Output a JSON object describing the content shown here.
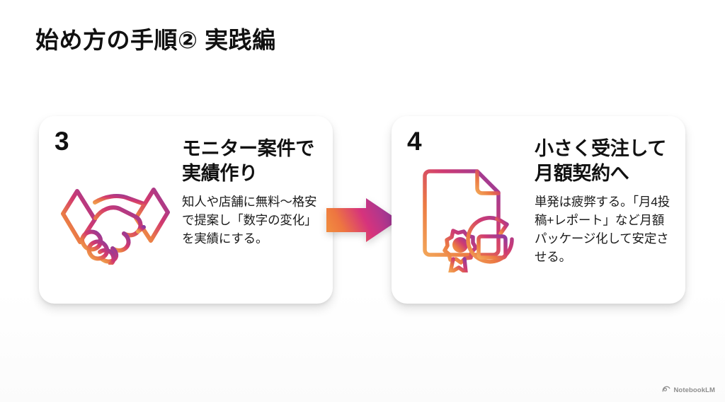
{
  "slide": {
    "title": "始め方の手順② 実践編",
    "background_color": "#ffffff"
  },
  "cards": [
    {
      "number": "3",
      "icon": "handshake-icon",
      "heading": "モニター案件で実績作り",
      "body": "知人や店舗に無料〜格安で提案し「数字の変化」を実績にする。"
    },
    {
      "number": "4",
      "icon": "certificate-recurring-icon",
      "heading": "小さく受注して月額契約へ",
      "body": "単発は疲弊する。「月4投稿+レポート」など月額パッケージ化して安定させる。"
    }
  ],
  "arrow": {
    "name": "right-arrow-icon",
    "gradient_from": "#ef7b3c",
    "gradient_mid": "#d8337e",
    "gradient_to": "#8b3a9e"
  },
  "watermark": {
    "label": "NotebookLM",
    "icon": "notebooklm-logo-icon"
  },
  "colors": {
    "accent_orange": "#ef8b43",
    "accent_magenta": "#d43a78",
    "accent_purple": "#8b3a9e",
    "text": "#111111"
  }
}
